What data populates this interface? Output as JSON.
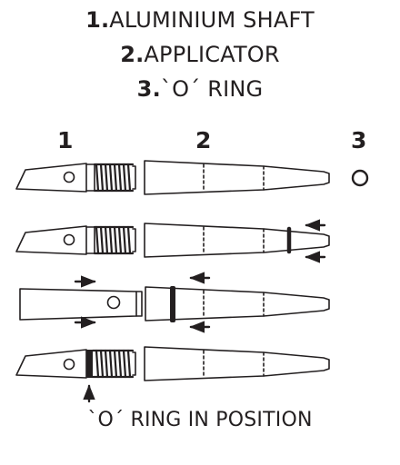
{
  "legend": [
    {
      "num": "1.",
      "label": "ALUMINIUM SHAFT"
    },
    {
      "num": "2.",
      "label": "APPLICATOR"
    },
    {
      "num": "3.",
      "label": "`O´ RING"
    }
  ],
  "columns": [
    "1",
    "2",
    "3"
  ],
  "caption": "`O´ RING IN POSITION",
  "colors": {
    "ink": "#231f20",
    "background": "#ffffff"
  }
}
